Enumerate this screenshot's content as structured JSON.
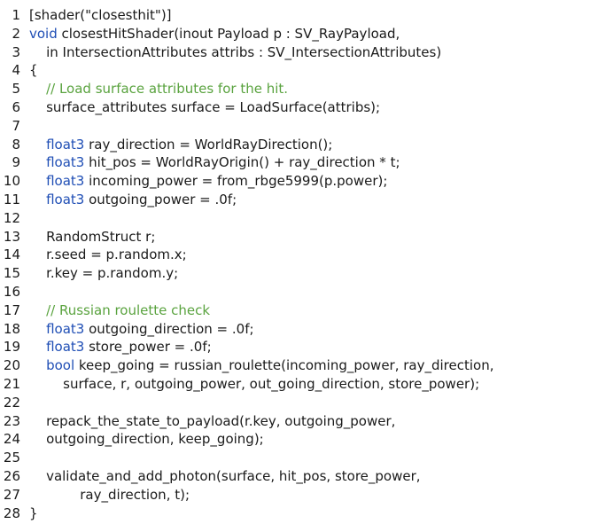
{
  "colors": {
    "keyword": "#1f4eb5",
    "comment": "#5aa33f",
    "text": "#1a1a1a",
    "background": "#ffffff"
  },
  "lines": [
    {
      "number": "1",
      "tokens": [
        {
          "t": "plain",
          "v": "[shader(\"closesthit\")]"
        }
      ]
    },
    {
      "number": "2",
      "tokens": [
        {
          "t": "kw",
          "v": "void"
        },
        {
          "t": "plain",
          "v": " closestHitShader(inout Payload p : SV_RayPayload,"
        }
      ]
    },
    {
      "number": "3",
      "tokens": [
        {
          "t": "plain",
          "v": "    in IntersectionAttributes attribs : SV_IntersectionAttributes)"
        }
      ]
    },
    {
      "number": "4",
      "tokens": [
        {
          "t": "plain",
          "v": "{"
        }
      ]
    },
    {
      "number": "5",
      "tokens": [
        {
          "t": "plain",
          "v": "    "
        },
        {
          "t": "comment",
          "v": "// Load surface attributes for the hit."
        }
      ]
    },
    {
      "number": "6",
      "tokens": [
        {
          "t": "plain",
          "v": "    surface_attributes surface = LoadSurface(attribs);"
        }
      ]
    },
    {
      "number": "7",
      "tokens": []
    },
    {
      "number": "8",
      "tokens": [
        {
          "t": "plain",
          "v": "    "
        },
        {
          "t": "kw",
          "v": "float3"
        },
        {
          "t": "plain",
          "v": " ray_direction = WorldRayDirection();"
        }
      ]
    },
    {
      "number": "9",
      "tokens": [
        {
          "t": "plain",
          "v": "    "
        },
        {
          "t": "kw",
          "v": "float3"
        },
        {
          "t": "plain",
          "v": " hit_pos = WorldRayOrigin() + ray_direction * t;"
        }
      ]
    },
    {
      "number": "10",
      "tokens": [
        {
          "t": "plain",
          "v": "    "
        },
        {
          "t": "kw",
          "v": "float3"
        },
        {
          "t": "plain",
          "v": " incoming_power = from_rbge5999(p.power);"
        }
      ]
    },
    {
      "number": "11",
      "tokens": [
        {
          "t": "plain",
          "v": "    "
        },
        {
          "t": "kw",
          "v": "float3"
        },
        {
          "t": "plain",
          "v": " outgoing_power = .0f;"
        }
      ]
    },
    {
      "number": "12",
      "tokens": []
    },
    {
      "number": "13",
      "tokens": [
        {
          "t": "plain",
          "v": "    RandomStruct r;"
        }
      ]
    },
    {
      "number": "14",
      "tokens": [
        {
          "t": "plain",
          "v": "    r.seed = p.random.x;"
        }
      ]
    },
    {
      "number": "15",
      "tokens": [
        {
          "t": "plain",
          "v": "    r.key = p.random.y;"
        }
      ]
    },
    {
      "number": "16",
      "tokens": []
    },
    {
      "number": "17",
      "tokens": [
        {
          "t": "plain",
          "v": "    "
        },
        {
          "t": "comment",
          "v": "// Russian roulette check"
        }
      ]
    },
    {
      "number": "18",
      "tokens": [
        {
          "t": "plain",
          "v": "    "
        },
        {
          "t": "kw",
          "v": "float3"
        },
        {
          "t": "plain",
          "v": " outgoing_direction = .0f;"
        }
      ]
    },
    {
      "number": "19",
      "tokens": [
        {
          "t": "plain",
          "v": "    "
        },
        {
          "t": "kw",
          "v": "float3"
        },
        {
          "t": "plain",
          "v": " store_power = .0f;"
        }
      ]
    },
    {
      "number": "20",
      "tokens": [
        {
          "t": "plain",
          "v": "    "
        },
        {
          "t": "kw",
          "v": "bool"
        },
        {
          "t": "plain",
          "v": " keep_going = russian_roulette(incoming_power, ray_direction,"
        }
      ]
    },
    {
      "number": "21",
      "tokens": [
        {
          "t": "plain",
          "v": "        surface, r, outgoing_power, out_going_direction, store_power);"
        }
      ]
    },
    {
      "number": "22",
      "tokens": []
    },
    {
      "number": "23",
      "tokens": [
        {
          "t": "plain",
          "v": "    repack_the_state_to_payload(r.key, outgoing_power,"
        }
      ]
    },
    {
      "number": "24",
      "tokens": [
        {
          "t": "plain",
          "v": "    outgoing_direction, keep_going);"
        }
      ]
    },
    {
      "number": "25",
      "tokens": []
    },
    {
      "number": "26",
      "tokens": [
        {
          "t": "plain",
          "v": "    validate_and_add_photon(surface, hit_pos, store_power,"
        }
      ]
    },
    {
      "number": "27",
      "tokens": [
        {
          "t": "plain",
          "v": "            ray_direction, t);"
        }
      ]
    },
    {
      "number": "28",
      "tokens": [
        {
          "t": "plain",
          "v": "}"
        }
      ]
    }
  ]
}
